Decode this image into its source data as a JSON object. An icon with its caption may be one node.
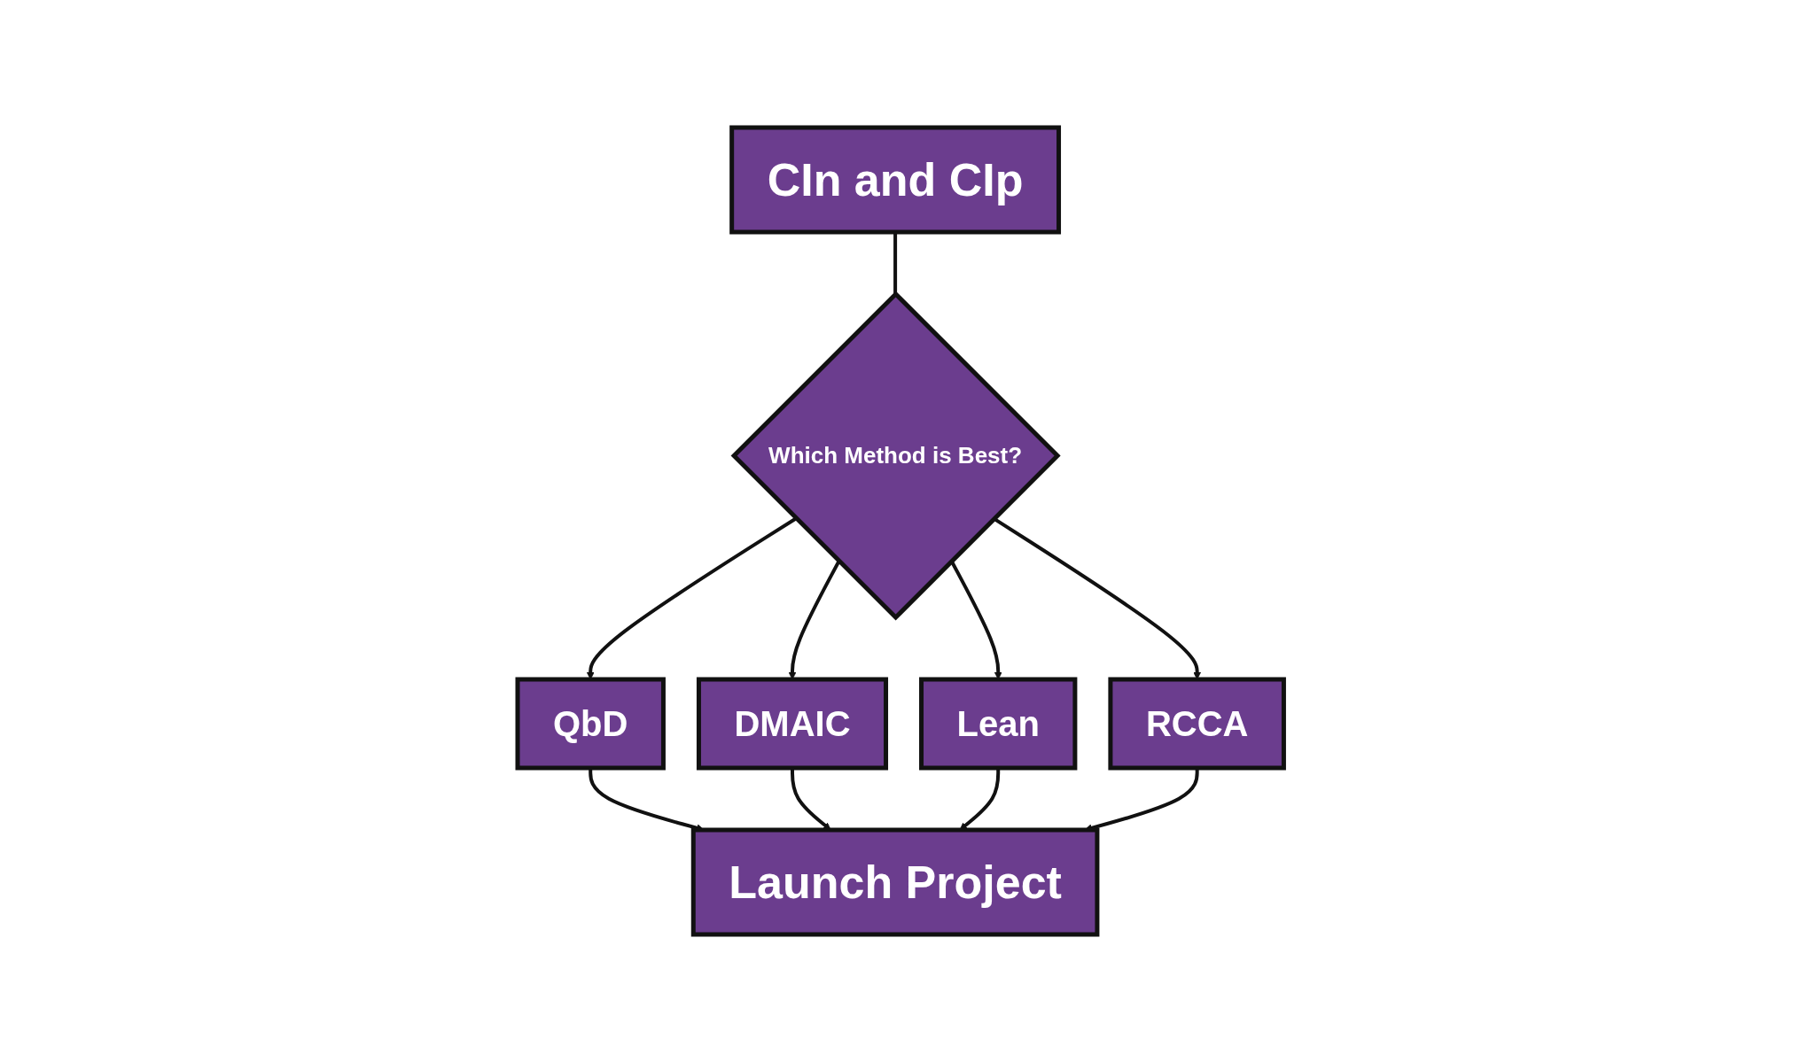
{
  "diagram": {
    "nodes": [
      {
        "text": [
          "CIn and CIp"
        ]
      },
      {
        "text": [
          "Which Method is Best?"
        ]
      },
      {
        "text": [
          "QbD"
        ]
      },
      {
        "text": [
          "DMAIC"
        ]
      },
      {
        "text": [
          "Lean"
        ]
      },
      {
        "text": [
          "RCCA"
        ]
      },
      {
        "text": [
          "Launch  Project"
        ]
      }
    ],
    "edges": [
      {
        "from": 0,
        "to": 1,
        "arrow": "none"
      },
      {
        "from": 1,
        "to": 2,
        "arrow": "to"
      },
      {
        "from": 1,
        "to": 3,
        "arrow": "to"
      },
      {
        "from": 1,
        "to": 4,
        "arrow": "to"
      },
      {
        "from": 1,
        "to": 5,
        "arrow": "to"
      },
      {
        "from": 2,
        "to": 6,
        "arrow": "to"
      },
      {
        "from": 3,
        "to": 6,
        "arrow": "to"
      },
      {
        "from": 4,
        "to": 6,
        "arrow": "to"
      },
      {
        "from": 5,
        "to": 6,
        "arrow": "to"
      }
    ]
  }
}
